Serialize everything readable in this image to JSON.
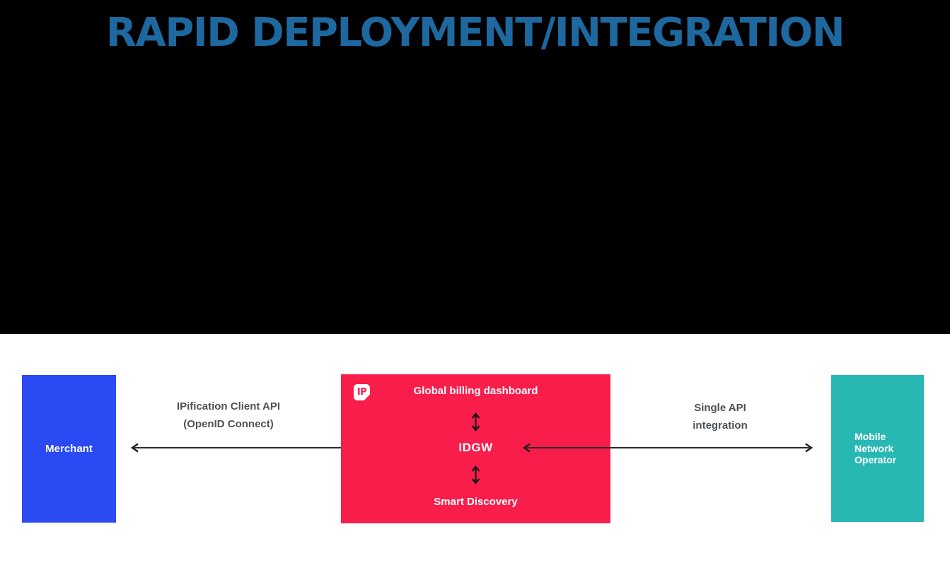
{
  "slide": {
    "title": "RAPID DEPLOYMENT/INTEGRATION"
  },
  "diagram": {
    "merchant": {
      "label": "Merchant"
    },
    "gateway": {
      "logo_text": "IP",
      "top_label": "Global billing dashboard",
      "core_label": "IDGW",
      "bottom_label": "Smart Discovery"
    },
    "mno": {
      "lines": [
        "Mobile",
        "Network",
        "Operator"
      ]
    },
    "left_link": {
      "label_line1": "IPification Client API",
      "label_line2": "(OpenID Connect)"
    },
    "right_link": {
      "label_line1": "Single API",
      "label_line2": "integration"
    }
  },
  "colors": {
    "slide_background": "#000000",
    "diagram_background": "#ffffff",
    "title_blue": "#1d689e",
    "merchant_blue": "#2a4af3",
    "gateway_pink": "#f91d4b",
    "mno_teal": "#27b8b4",
    "arrow_dark": "#2b2b2b",
    "link_label_gray": "#4d5257"
  }
}
